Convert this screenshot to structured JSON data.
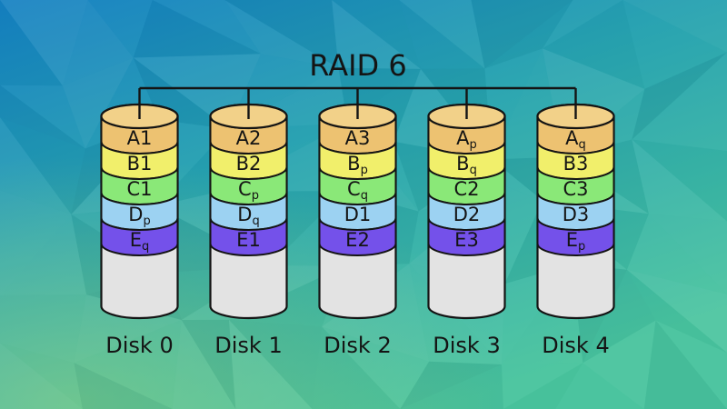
{
  "title": "RAID 6",
  "diagram": {
    "type": "raid-array-diagram",
    "levels": [
      "A",
      "B",
      "C",
      "D",
      "E"
    ],
    "disks": [
      {
        "name": "Disk 0",
        "stripes": [
          {
            "main": "A1",
            "sub": ""
          },
          {
            "main": "B1",
            "sub": ""
          },
          {
            "main": "C1",
            "sub": ""
          },
          {
            "main": "D",
            "sub": "p"
          },
          {
            "main": "E",
            "sub": "q"
          }
        ]
      },
      {
        "name": "Disk 1",
        "stripes": [
          {
            "main": "A2",
            "sub": ""
          },
          {
            "main": "B2",
            "sub": ""
          },
          {
            "main": "C",
            "sub": "p"
          },
          {
            "main": "D",
            "sub": "q"
          },
          {
            "main": "E1",
            "sub": ""
          }
        ]
      },
      {
        "name": "Disk 2",
        "stripes": [
          {
            "main": "A3",
            "sub": ""
          },
          {
            "main": "B",
            "sub": "p"
          },
          {
            "main": "C",
            "sub": "q"
          },
          {
            "main": "D1",
            "sub": ""
          },
          {
            "main": "E2",
            "sub": ""
          }
        ]
      },
      {
        "name": "Disk 3",
        "stripes": [
          {
            "main": "A",
            "sub": "p"
          },
          {
            "main": "B",
            "sub": "q"
          },
          {
            "main": "C2",
            "sub": ""
          },
          {
            "main": "D2",
            "sub": ""
          },
          {
            "main": "E3",
            "sub": ""
          }
        ]
      },
      {
        "name": "Disk 4",
        "stripes": [
          {
            "main": "A",
            "sub": "q"
          },
          {
            "main": "B3",
            "sub": ""
          },
          {
            "main": "C3",
            "sub": ""
          },
          {
            "main": "D3",
            "sub": ""
          },
          {
            "main": "E",
            "sub": "p"
          }
        ]
      }
    ]
  },
  "palette": {
    "stripe_colors": [
      "#edc271",
      "#f1ef6b",
      "#8ae878",
      "#9cd2f2",
      "#7451ea"
    ],
    "cap_top": "#f2d189",
    "body_grey": "#e3e3e3",
    "outline": "#141414",
    "text": "#141414"
  },
  "background": {
    "top_left": "#1480c2",
    "middle": "#27a3b0",
    "bottom_right": "#49c49e",
    "glow_green": "#8fd07a",
    "style": "low-poly triangulated gradient"
  }
}
